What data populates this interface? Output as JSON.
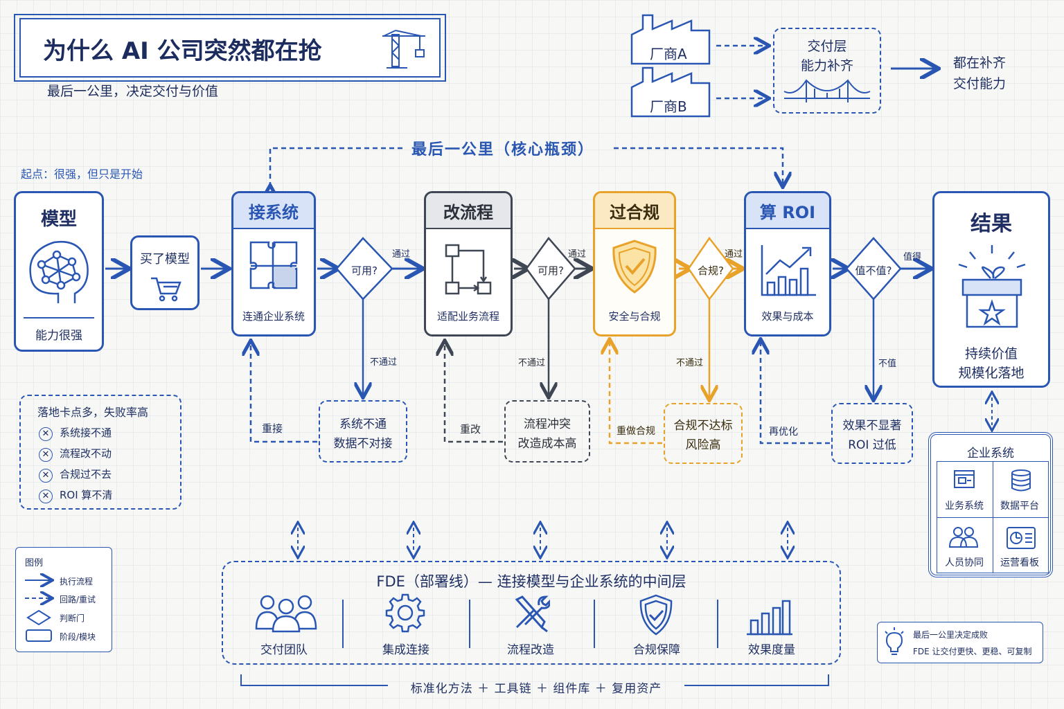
{
  "title": {
    "main": "为什么 AI 公司突然都在抢",
    "subtitle": "最后一公里，决定交付与价值"
  },
  "vendors": {
    "a": "厂商A",
    "b": "厂商B",
    "delivery_line1": "交付层",
    "delivery_line2": "能力补齐",
    "result_line1": "都在补齐",
    "result_line2": "交付能力"
  },
  "bottleneck": "最后一公里（核心瓶颈）",
  "start_note": "起点：很强，但只是开始",
  "model": {
    "title": "模型",
    "caption": "能力很强"
  },
  "bought": "买了模型",
  "stages": [
    {
      "title": "接系统",
      "caption": "连通企业系统"
    },
    {
      "title": "改流程",
      "caption": "适配业务流程"
    },
    {
      "title": "过合规",
      "caption": "安全与合规"
    },
    {
      "title": "算 ROI",
      "caption": "效果与成本"
    }
  ],
  "decisions": [
    {
      "q": "可用?",
      "pass": "通过",
      "fail": "不通过"
    },
    {
      "q": "可用?",
      "pass": "通过",
      "fail": "不通过"
    },
    {
      "q": "合规?",
      "pass": "通过",
      "fail": "不通过"
    },
    {
      "q": "值不值?",
      "pass": "值得",
      "fail": "不值"
    }
  ],
  "failures": [
    {
      "line1": "系统不通",
      "line2": "数据不对接",
      "retry": "重接"
    },
    {
      "line1": "流程冲突",
      "line2": "改造成本高",
      "retry": "重改"
    },
    {
      "line1": "合规不达标",
      "line2": "风险高",
      "retry": "重做合规"
    },
    {
      "line1": "效果不显著",
      "line2": "ROI 过低",
      "retry": "再优化"
    }
  ],
  "result": {
    "title": "结果",
    "line1": "持续价值",
    "line2": "规模化落地"
  },
  "enterprise": {
    "title": "企业系统",
    "items": [
      "业务系统",
      "数据平台",
      "人员协同",
      "运营看板"
    ]
  },
  "pain": {
    "title": "落地卡点多，失败率高",
    "items": [
      "系统接不通",
      "流程改不动",
      "合规过不去",
      "ROI 算不清"
    ]
  },
  "legend": {
    "title": "图例",
    "items": [
      "执行流程",
      "回路/重试",
      "判断门",
      "阶段/模块"
    ]
  },
  "fde": {
    "title": "FDE（部署线）— 连接模型与企业系统的中间层",
    "items": [
      "交付团队",
      "集成连接",
      "流程改造",
      "合规保障",
      "效果度量"
    ],
    "footer": "标准化方法 ＋ 工具链 ＋ 组件库 ＋ 复用资产"
  },
  "tip": {
    "line1": "最后一公里决定成败",
    "line2": "FDE 让交付更快、更稳、可复制"
  },
  "colors": {
    "blue": "#2a56b3",
    "gray": "#4a5160",
    "orange": "#e9a229"
  }
}
